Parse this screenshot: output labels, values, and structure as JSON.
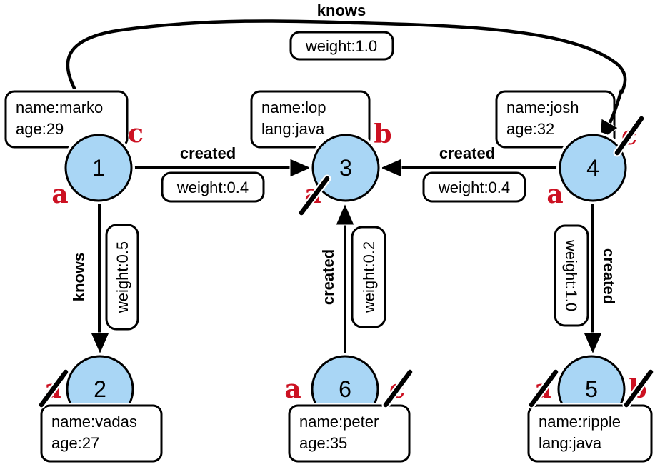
{
  "diagram_type": "property-graph",
  "colors": {
    "node_fill": "#a9d6f5",
    "line": "#000000",
    "mark_red": "#cc1122",
    "box_fill": "#ffffff"
  },
  "nodes": [
    {
      "id": "1",
      "props": [
        "name:marko",
        "age:29"
      ],
      "marks": [
        {
          "letter": "c",
          "crossed": false
        },
        {
          "letter": "a",
          "crossed": false
        }
      ]
    },
    {
      "id": "2",
      "props": [
        "name:vadas",
        "age:27"
      ],
      "marks": [
        {
          "letter": "a",
          "crossed": true
        }
      ]
    },
    {
      "id": "3",
      "props": [
        "name:lop",
        "lang:java"
      ],
      "marks": [
        {
          "letter": "b",
          "crossed": false
        },
        {
          "letter": "a",
          "crossed": true
        }
      ]
    },
    {
      "id": "4",
      "props": [
        "name:josh",
        "age:32"
      ],
      "marks": [
        {
          "letter": "c",
          "crossed": true
        },
        {
          "letter": "a",
          "crossed": false
        }
      ]
    },
    {
      "id": "5",
      "props": [
        "name:ripple",
        "lang:java"
      ],
      "marks": [
        {
          "letter": "a",
          "crossed": true
        },
        {
          "letter": "b",
          "crossed": true
        }
      ]
    },
    {
      "id": "6",
      "props": [
        "name:peter",
        "age:35"
      ],
      "marks": [
        {
          "letter": "a",
          "crossed": false
        },
        {
          "letter": "c",
          "crossed": true
        }
      ]
    }
  ],
  "edges": [
    {
      "from": "1",
      "to": "4",
      "label": "knows",
      "weight_label": "weight:1.0"
    },
    {
      "from": "1",
      "to": "3",
      "label": "created",
      "weight_label": "weight:0.4"
    },
    {
      "from": "4",
      "to": "3",
      "label": "created",
      "weight_label": "weight:0.4"
    },
    {
      "from": "1",
      "to": "2",
      "label": "knows",
      "weight_label": "weight:0.5"
    },
    {
      "from": "6",
      "to": "3",
      "label": "created",
      "weight_label": "weight:0.2"
    },
    {
      "from": "4",
      "to": "5",
      "label": "created",
      "weight_label": "weight:1.0"
    }
  ]
}
